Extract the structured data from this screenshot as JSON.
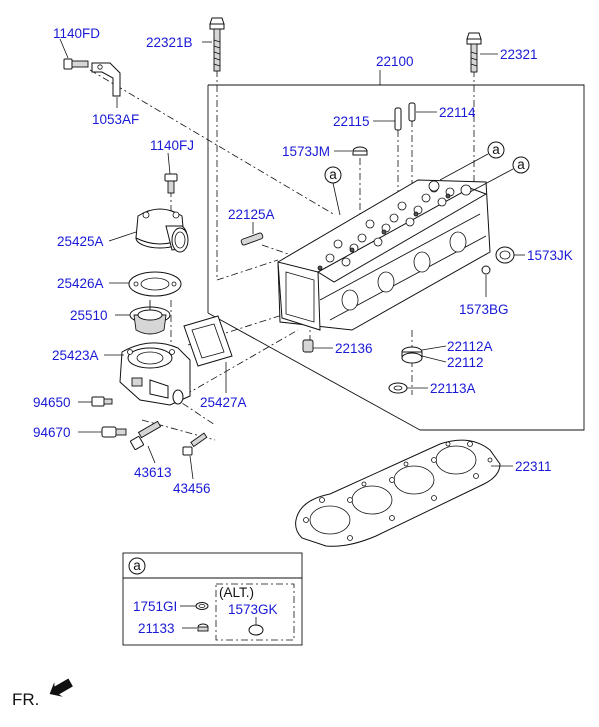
{
  "labels": {
    "p_1140FD": "1140FD",
    "p_22321B": "22321B",
    "p_22321": "22321",
    "p_22100": "22100",
    "p_1053AF": "1053AF",
    "p_22115": "22115",
    "p_22114": "22114",
    "p_1140FJ": "1140FJ",
    "p_1573JM": "1573JM",
    "p_22125A": "22125A",
    "p_25425A": "25425A",
    "p_1573JK": "1573JK",
    "p_25426A": "25426A",
    "p_1573BG": "1573BG",
    "p_25510": "25510",
    "p_22112A": "22112A",
    "p_22136": "22136",
    "p_22112": "22112",
    "p_25423A": "25423A",
    "p_22113A": "22113A",
    "p_94650": "94650",
    "p_25427A": "25427A",
    "p_94670": "94670",
    "p_43613": "43613",
    "p_43456": "43456",
    "p_22311": "22311",
    "p_1751GI": "1751GI",
    "p_21133": "21133",
    "p_1573GK": "1573GK"
  },
  "callout_letter": "a",
  "inset": {
    "header_letter": "a",
    "alt_label": "(ALT.)"
  },
  "front_label": "FR."
}
